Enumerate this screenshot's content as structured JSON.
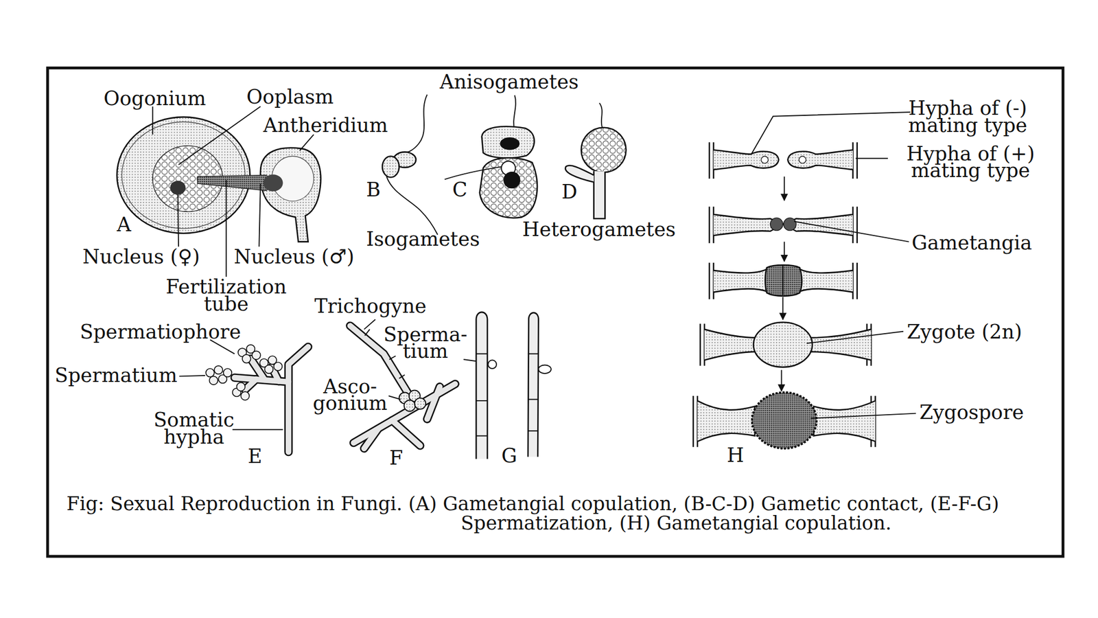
{
  "diagram": {
    "caption": "Fig: Sexual Reproduction in Fungi. (A) Gametangial copulation, (B-C-D) Gametic contact, (E-F-G) Spermatization, (H) Gametangial copulation.",
    "labels": [
      "Oogonium",
      "Ooplasm",
      "Antheridium",
      "A",
      "Nucleus (♀)",
      "Nucleus (♂)",
      "Fertilization tube",
      "Anisogametes",
      "B",
      "C",
      "D",
      "Isogametes",
      "Heterogametes",
      "Hypha of (-) mating type",
      "Hypha of (+) mating type",
      "Gametangia",
      "Zygote (2n)",
      "Zygospore",
      "H",
      "Spermatiophore",
      "Spermatium",
      "Somatic hypha",
      "E",
      "Trichogyne",
      "Sperma- tium",
      "Asco- gonium",
      "F",
      "G"
    ]
  }
}
